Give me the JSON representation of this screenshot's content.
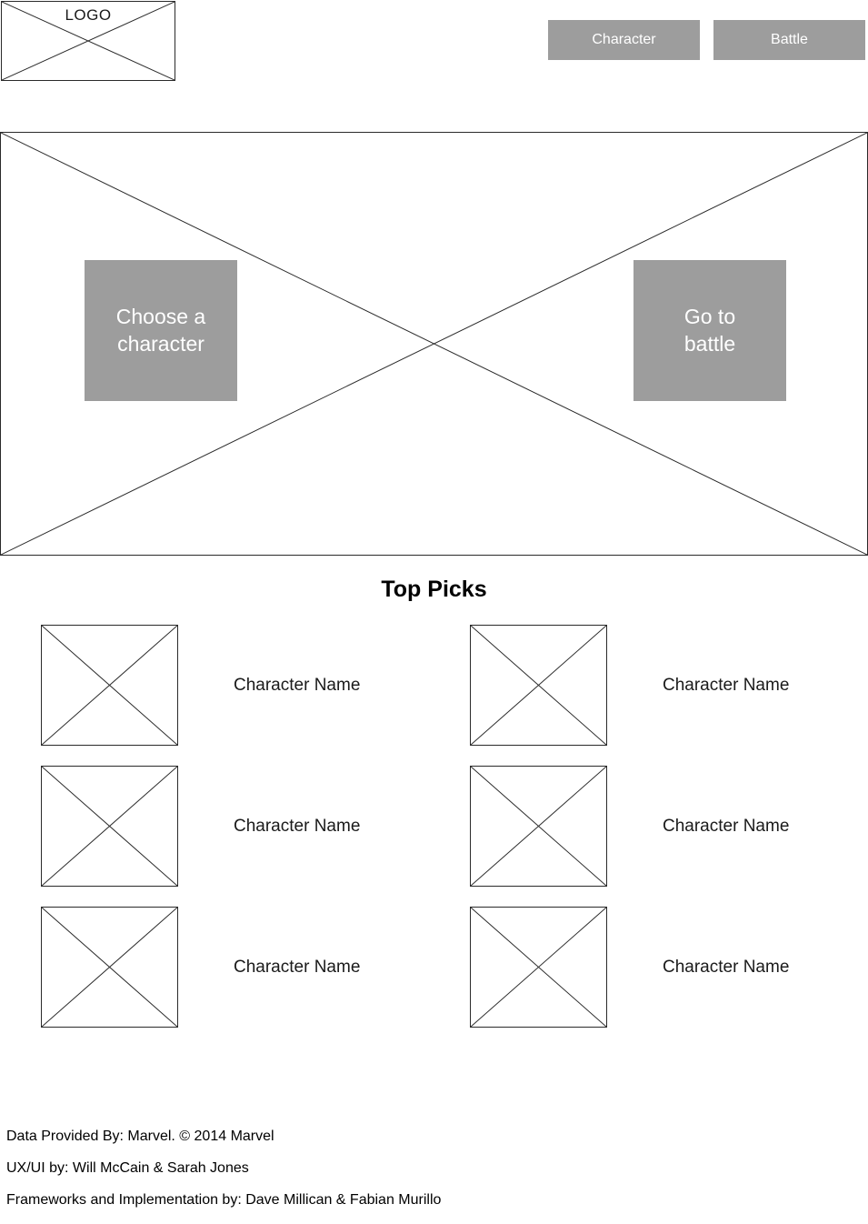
{
  "header": {
    "logo": "LOGO",
    "nav": [
      {
        "label": "Character"
      },
      {
        "label": "Battle"
      }
    ]
  },
  "hero": {
    "choose_button_label": "Choose a\ncharacter",
    "battle_button_label": "Go to\nbattle"
  },
  "top_picks": {
    "title": "Top Picks",
    "items": [
      {
        "name": "Character Name"
      },
      {
        "name": "Character Name"
      },
      {
        "name": "Character Name"
      },
      {
        "name": "Character Name"
      },
      {
        "name": "Character Name"
      },
      {
        "name": "Character Name"
      }
    ]
  },
  "footer": {
    "line1": "Data Provided By: Marvel. © 2014 Marvel",
    "line2": "UX/UI by: Will McCain & Sarah Jones",
    "line3": "Frameworks and Implementation by: Dave Millican & Fabian Murillo"
  },
  "colors": {
    "button_gray": "#9d9d9d",
    "button_text": "#ffffff",
    "placeholder_border": "#2a2a2a"
  }
}
